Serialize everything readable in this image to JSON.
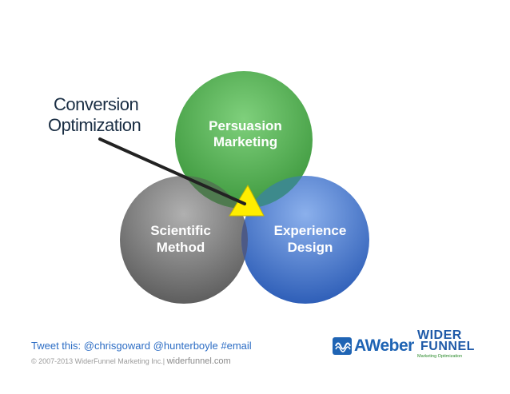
{
  "diagram": {
    "callout": {
      "line1": "Conversion",
      "line2": "Optimization"
    },
    "circles": {
      "top": {
        "line1": "Persuasion",
        "line2": "Marketing",
        "color": "#5cb85c"
      },
      "left": {
        "line1": "Scientific",
        "line2": "Method",
        "color": "#8a8a8a"
      },
      "right": {
        "line1": "Experience",
        "line2": "Design",
        "color": "#4a78d0"
      }
    },
    "center_color": "#ffee00"
  },
  "footer": {
    "tweet": "Tweet this: @chrisgoward @hunterboyle #email",
    "copyright": "© 2007-2013 WiderFunnel Marketing Inc.|",
    "site": "widerfunnel.com"
  },
  "logos": {
    "aweber": "AWeber",
    "widerfunnel_line1": "WIDER",
    "widerfunnel_line2": "FUNNEL",
    "widerfunnel_tagline": "Marketing Optimization"
  }
}
